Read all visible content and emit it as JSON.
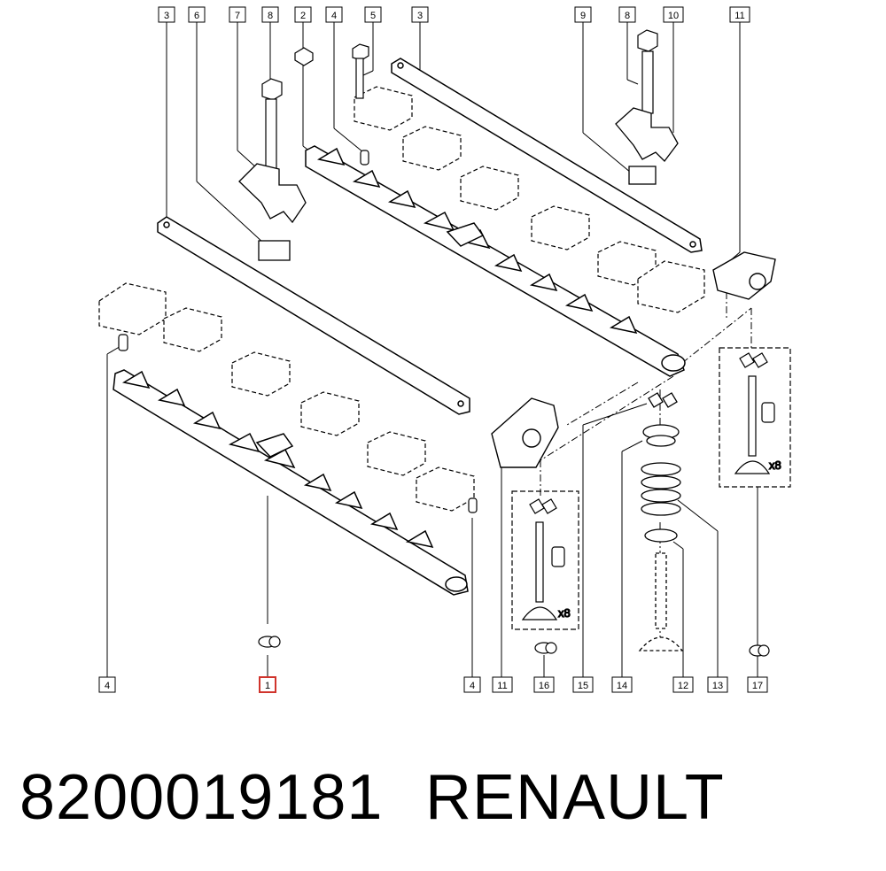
{
  "callouts_top": [
    {
      "label": "3"
    },
    {
      "label": "6"
    },
    {
      "label": "7"
    },
    {
      "label": "8"
    },
    {
      "label": "2"
    },
    {
      "label": "4"
    },
    {
      "label": "5"
    },
    {
      "label": "3"
    },
    {
      "label": "9"
    },
    {
      "label": "8"
    },
    {
      "label": "10"
    },
    {
      "label": "11"
    }
  ],
  "callouts_bottom": [
    {
      "label": "4"
    },
    {
      "label": "1",
      "highlight": true
    },
    {
      "label": "4"
    },
    {
      "label": "11"
    },
    {
      "label": "16"
    },
    {
      "label": "15"
    },
    {
      "label": "14"
    },
    {
      "label": "12"
    },
    {
      "label": "13"
    },
    {
      "label": "17"
    }
  ],
  "multipliers": {
    "exhaust_valves": "x8",
    "intake_valves": "x8"
  },
  "colors": {
    "line": "#000000",
    "highlight": "#d0342c",
    "fill": "#ffffff"
  },
  "footer": {
    "part_number": "8200019181",
    "brand": "RENAULT"
  }
}
